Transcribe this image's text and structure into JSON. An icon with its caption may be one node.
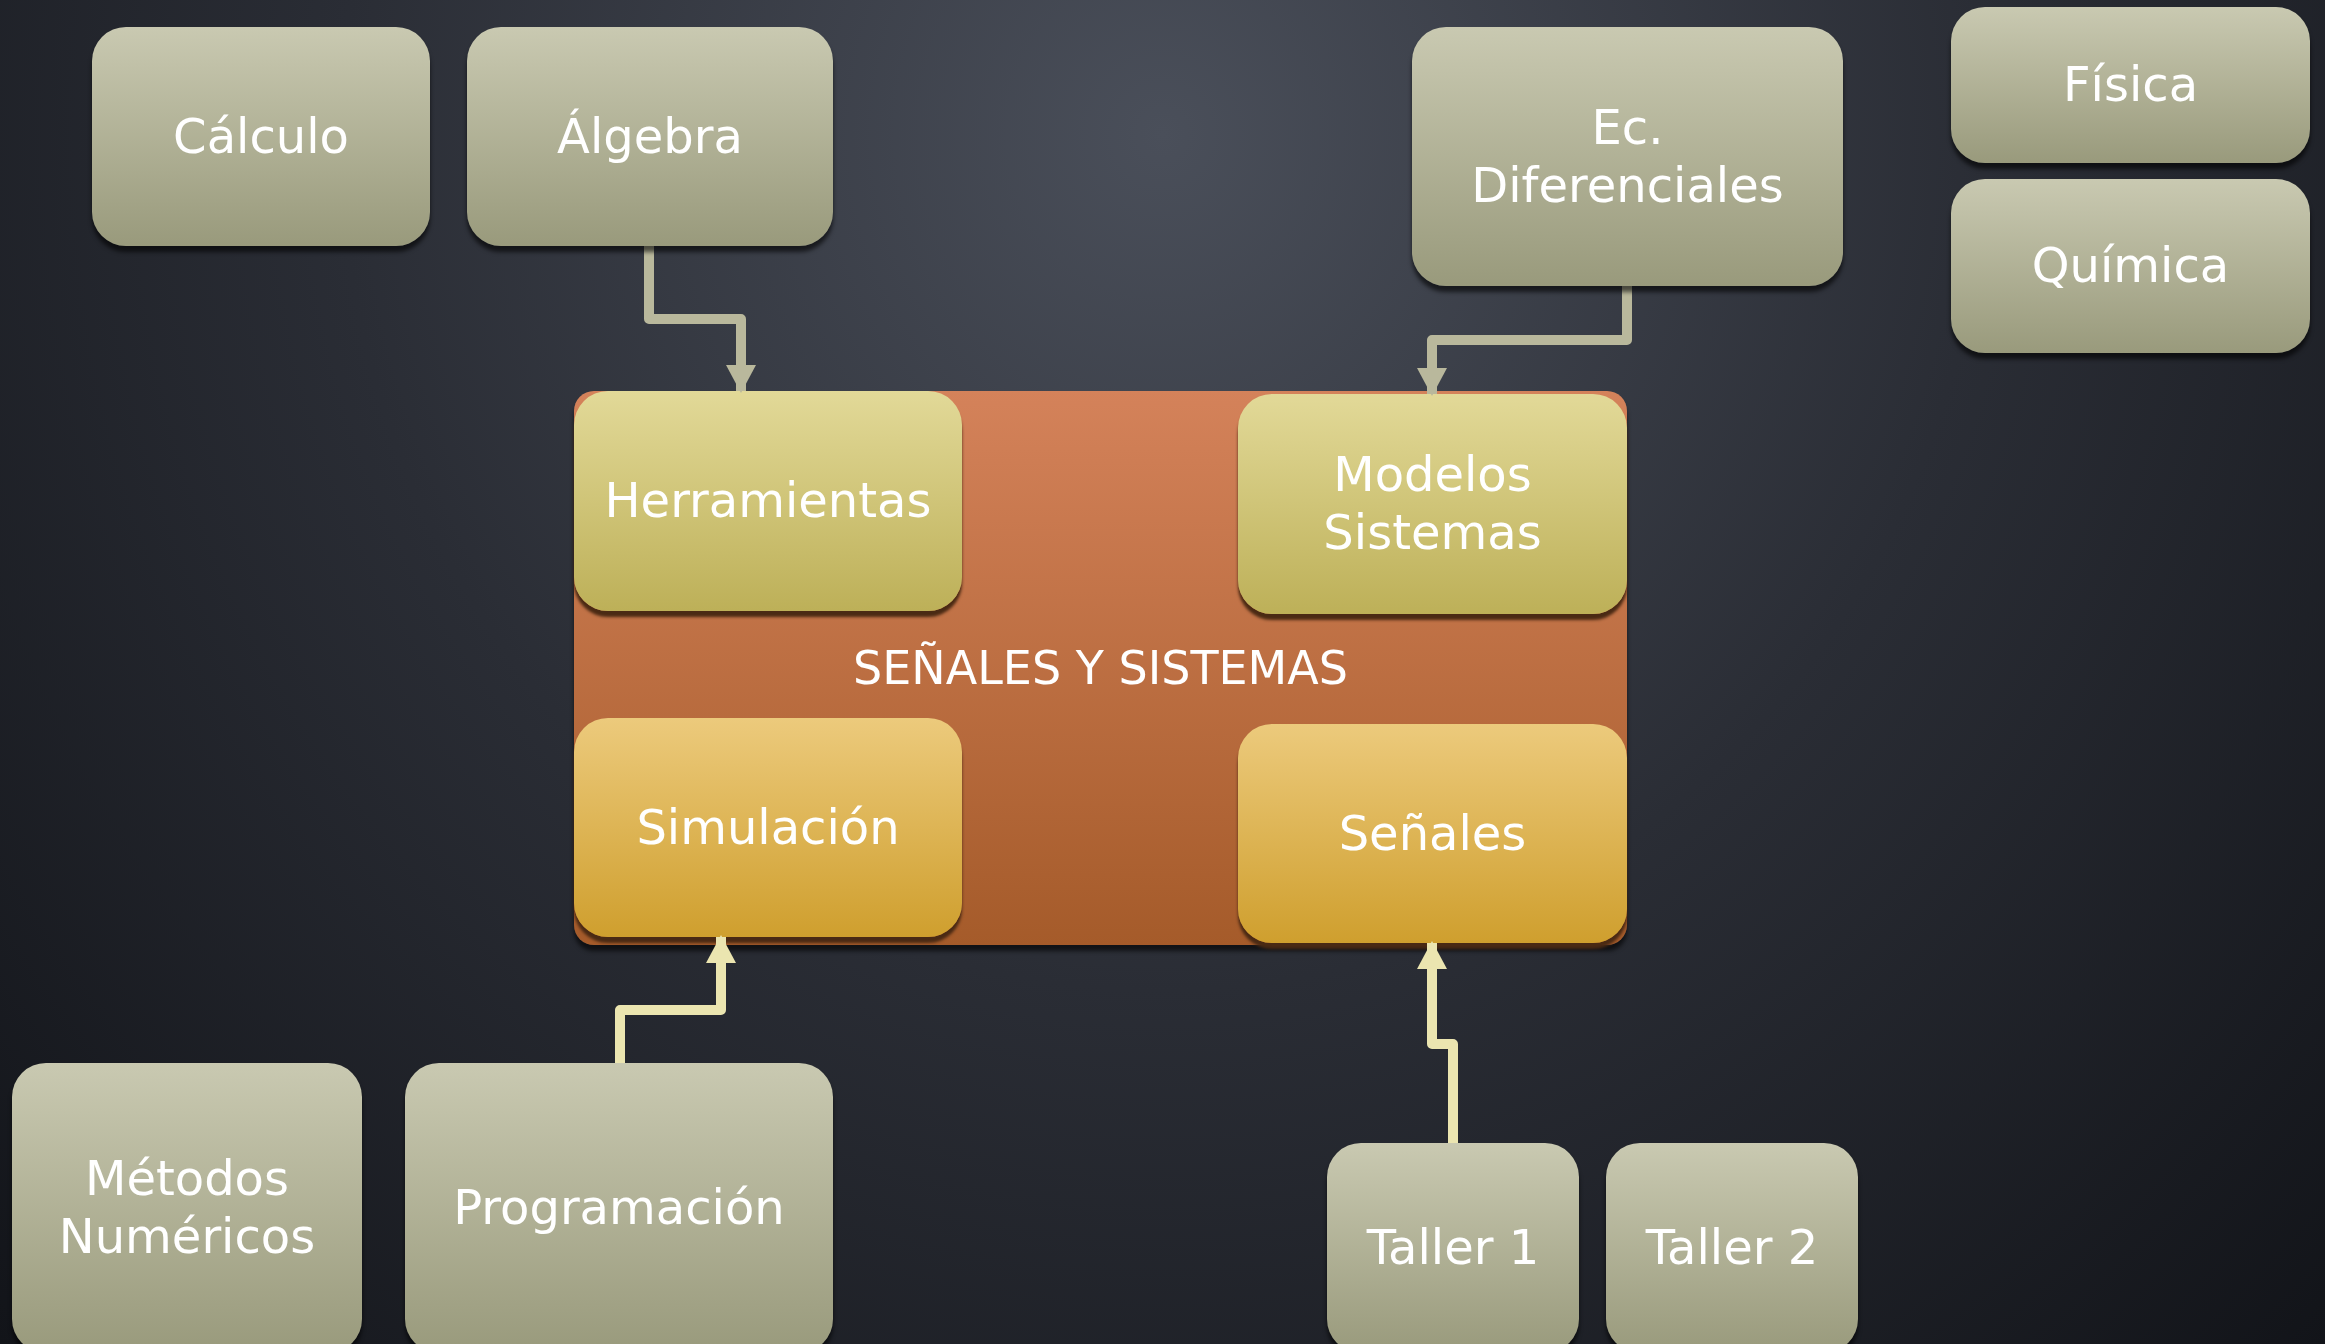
{
  "diagram": {
    "nodes": [
      {
        "text": [
          "Cálculo"
        ]
      },
      {
        "text": [
          "Álgebra"
        ]
      },
      {
        "text": [
          "Ec. Diferenciales"
        ]
      },
      {
        "text": [
          "Física"
        ]
      },
      {
        "text": [
          "Química"
        ]
      },
      {
        "text": [
          "SEÑALES Y SISTEMAS"
        ]
      },
      {
        "text": [
          "Herramientas"
        ],
        "in": 5
      },
      {
        "text": [
          "Modelos Sistemas"
        ],
        "in": 5
      },
      {
        "text": [
          "Simulación"
        ],
        "in": 5
      },
      {
        "text": [
          "Señales"
        ],
        "in": 5
      },
      {
        "text": [
          "Métodos Numéricos"
        ]
      },
      {
        "text": [
          "Programación"
        ]
      },
      {
        "text": [
          "Taller 1"
        ]
      },
      {
        "text": [
          "Taller 2"
        ]
      }
    ],
    "edges": [
      {
        "from": 1,
        "to": 6,
        "arrow": "to"
      },
      {
        "from": 2,
        "to": 7,
        "arrow": "to"
      },
      {
        "from": 11,
        "to": 8,
        "arrow": "to",
        "color": "#ebe5b0"
      },
      {
        "from": 12,
        "to": 9,
        "arrow": "to",
        "color": "#ebe5b0"
      }
    ]
  }
}
